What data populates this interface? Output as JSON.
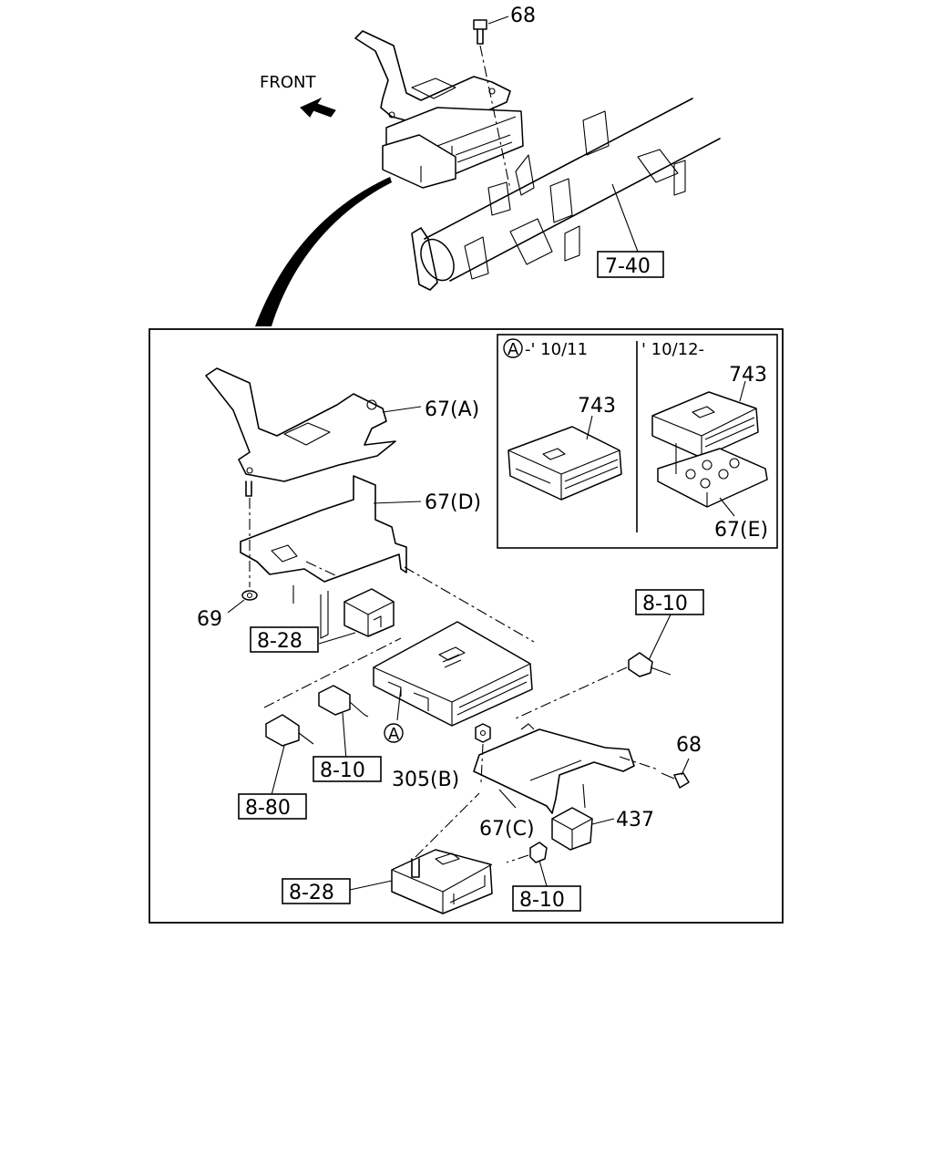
{
  "direction": {
    "front_label": "FRONT"
  },
  "top_callouts": {
    "bolt_top": "68",
    "crossmember_ref": "7-40"
  },
  "inset": {
    "variant_a_marker": "A",
    "variant_a_range": "-' 10/11",
    "variant_b_range": "' 10/12-",
    "unit_a_label": "743",
    "unit_b_label": "743",
    "tray_label": "67(E)"
  },
  "callouts": {
    "bracket_a": "67(A)",
    "bracket_d": "67(D)",
    "nut": "69",
    "ref_8_28_upper": "8-28",
    "ref_8_10_right": "8-10",
    "ecu_marker": "A",
    "ref_8_10_left": "8-10",
    "ref_8_80": "8-80",
    "bolt_right": "68",
    "bolt_305": "305(B)",
    "bracket_c": "67(C)",
    "sensor": "437",
    "ref_8_28_lower": "8-28",
    "ref_8_10_bottom": "8-10"
  }
}
